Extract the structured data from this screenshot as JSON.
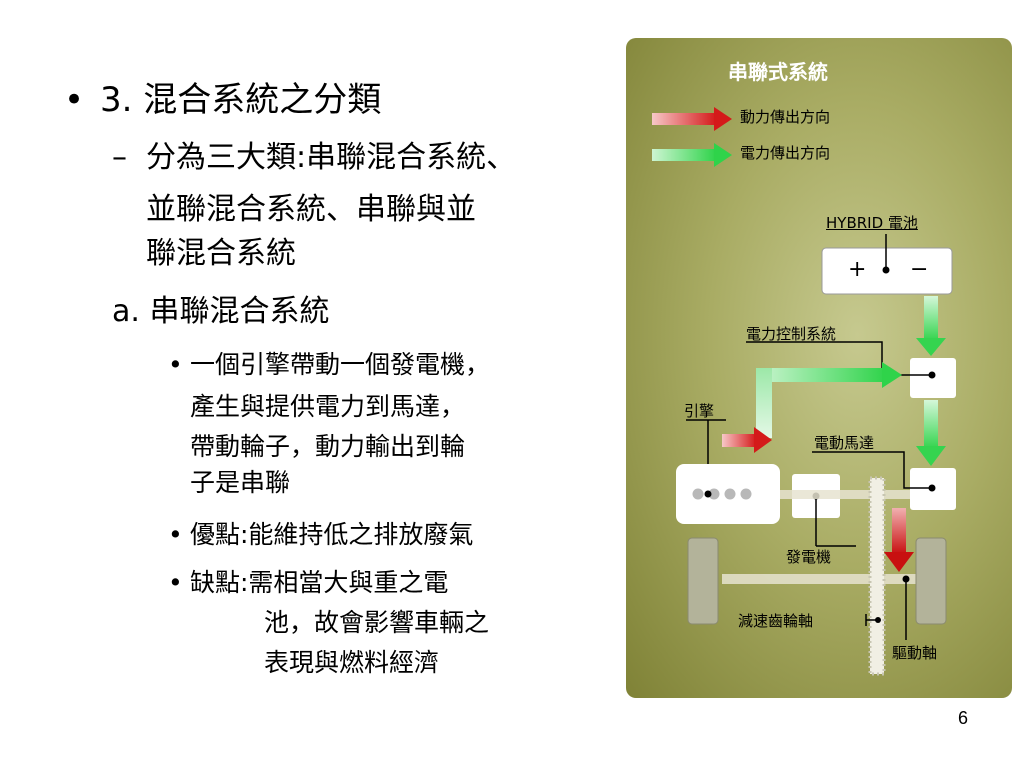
{
  "slide": {
    "heading": {
      "bullet": "•",
      "text": "3. 混合系統之分類"
    },
    "subpoint": {
      "dash": "–",
      "lines": [
        "分為三大類:串聯混合系統、",
        "並聯混合系統、串聯與並",
        "聯混合系統"
      ]
    },
    "section": {
      "text": "a. 串聯混合系統"
    },
    "items": [
      {
        "bullet": "•",
        "lines": [
          "一個引擎帶動一個發電機，",
          "產生與提供電力到馬達，",
          "帶動輪子，動力輸出到輪",
          "子是串聯"
        ]
      },
      {
        "bullet": "•",
        "lines": [
          "優點:能維持低之排放廢氣"
        ]
      },
      {
        "bullet": "•",
        "lines": [
          "缺點:需相當大與重之電",
          "池，故會影響車輛之",
          "表現與燃料經濟"
        ]
      }
    ],
    "page_number": "6"
  },
  "diagram": {
    "title": "串聯式系統",
    "legend": [
      {
        "label": "動力傳出方向",
        "color": "#e02020"
      },
      {
        "label": "電力傳出方向",
        "color": "#3fd85a"
      }
    ],
    "labels": {
      "battery": "HYBRID 電池",
      "battery_plus": "+",
      "battery_minus": "−",
      "power_control": "電力控制系統",
      "engine": "引擎",
      "motor": "電動馬達",
      "generator": "發電機",
      "reduction_gear": "減速齒輪軸",
      "drive_shaft": "驅動軸"
    }
  }
}
